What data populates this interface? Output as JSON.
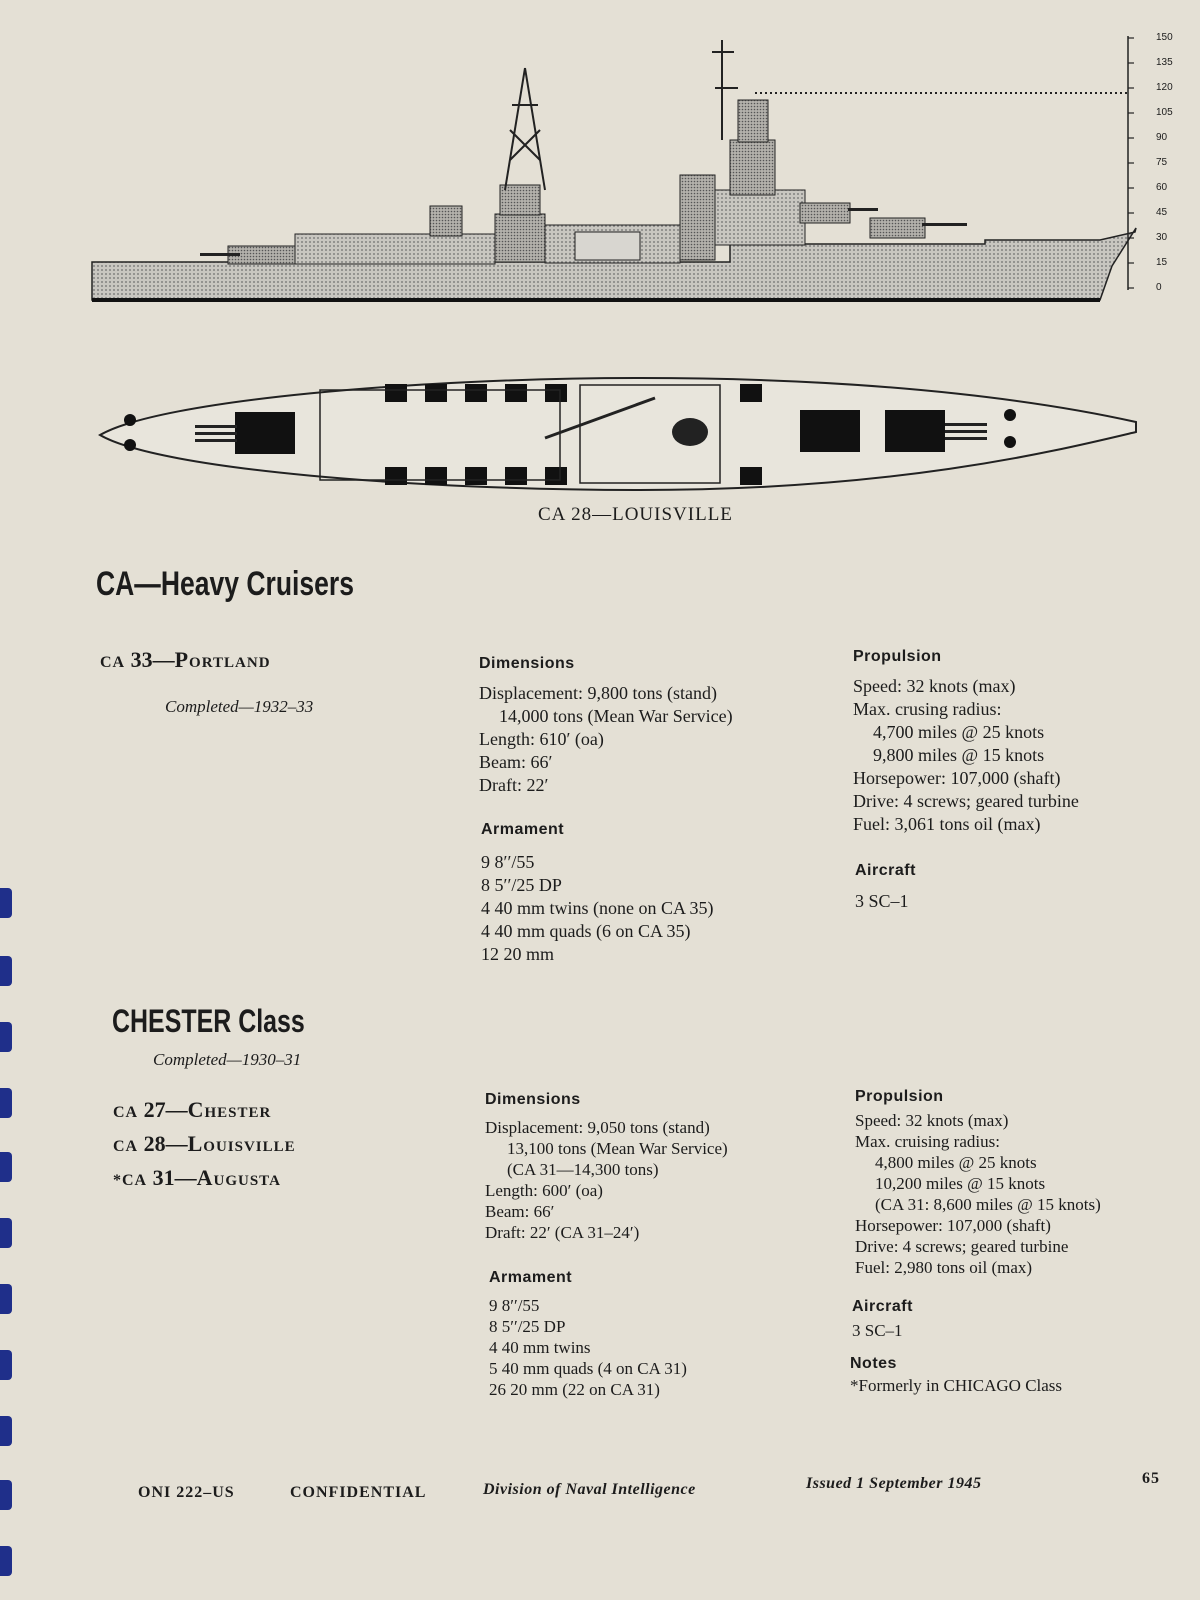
{
  "scale": [
    "150",
    "135",
    "120",
    "105",
    "90",
    "75",
    "60",
    "45",
    "30",
    "15",
    "0"
  ],
  "drawing_caption": "CA 28—LOUISVILLE",
  "section_title": "CA—Heavy Cruisers",
  "portland": {
    "ship_prefix": "CA",
    "ship_number": "33—",
    "ship_name": "Portland",
    "completed": "Completed—1932–33",
    "dimensions": {
      "heading": "Dimensions",
      "lines": [
        "Displacement:  9,800  tons  (stand)",
        "14,000 tons (Mean War Service)",
        "Length: 610′ (oa)",
        "Beam: 66′",
        "Draft: 22′"
      ]
    },
    "armament": {
      "heading": "Armament",
      "lines": [
        "9 8′′/55",
        "8 5′′/25 DP",
        "4 40 mm twins (none on CA 35)",
        "4 40 mm quads (6 on CA 35)",
        "12 20 mm"
      ]
    },
    "propulsion": {
      "heading": "Propulsion",
      "lines": [
        "Speed: 32 knots (max)",
        "Max. crusing radius:",
        "4,700 miles @ 25 knots",
        "9,800 miles @ 15 knots",
        "Horsepower: 107,000 (shaft)",
        "Drive: 4 screws; geared turbine",
        "Fuel: 3,061 tons oil (max)"
      ]
    },
    "aircraft": {
      "heading": "Aircraft",
      "lines": [
        "3 SC–1"
      ]
    }
  },
  "chester": {
    "class_title": "CHESTER Class",
    "completed": "Completed—1930–31",
    "ships": [
      {
        "prefix": "CA",
        "number": "27—",
        "name": "Chester"
      },
      {
        "prefix": "CA",
        "number": "28—",
        "name": "Louisville"
      },
      {
        "prefix": "*CA",
        "number": "31—",
        "name": "Augusta"
      }
    ],
    "dimensions": {
      "heading": "Dimensions",
      "lines": [
        "Displacement:  9,050  tons  (stand)",
        "13,100 tons (Mean War Service)",
        "(CA 31—14,300 tons)",
        "Length: 600′ (oa)",
        "Beam: 66′",
        "Draft: 22′ (CA 31–24′)"
      ]
    },
    "armament": {
      "heading": "Armament",
      "lines": [
        "9 8′′/55",
        "8 5′′/25 DP",
        "4 40 mm twins",
        "5 40 mm quads (4 on CA 31)",
        "26 20 mm (22 on CA 31)"
      ]
    },
    "propulsion": {
      "heading": "Propulsion",
      "lines": [
        "Speed: 32 knots (max)",
        "Max. cruising radius:",
        "4,800 miles @ 25 knots",
        "10,200 miles @ 15 knots",
        "(CA 31: 8,600 miles @ 15 knots)",
        "Horsepower: 107,000 (shaft)",
        "Drive: 4 screws; geared turbine",
        "Fuel: 2,980 tons oil (max)"
      ]
    },
    "aircraft": {
      "heading": "Aircraft",
      "lines": [
        "3 SC–1"
      ]
    },
    "notes": {
      "heading": "Notes",
      "lines": [
        "*Formerly in CHICAGO Class"
      ]
    }
  },
  "footer": {
    "doc_id": "ONI 222–US",
    "classification": "CONFIDENTIAL",
    "division": "Division of Naval Intelligence",
    "issued": "Issued 1 September 1945",
    "page": "65"
  }
}
